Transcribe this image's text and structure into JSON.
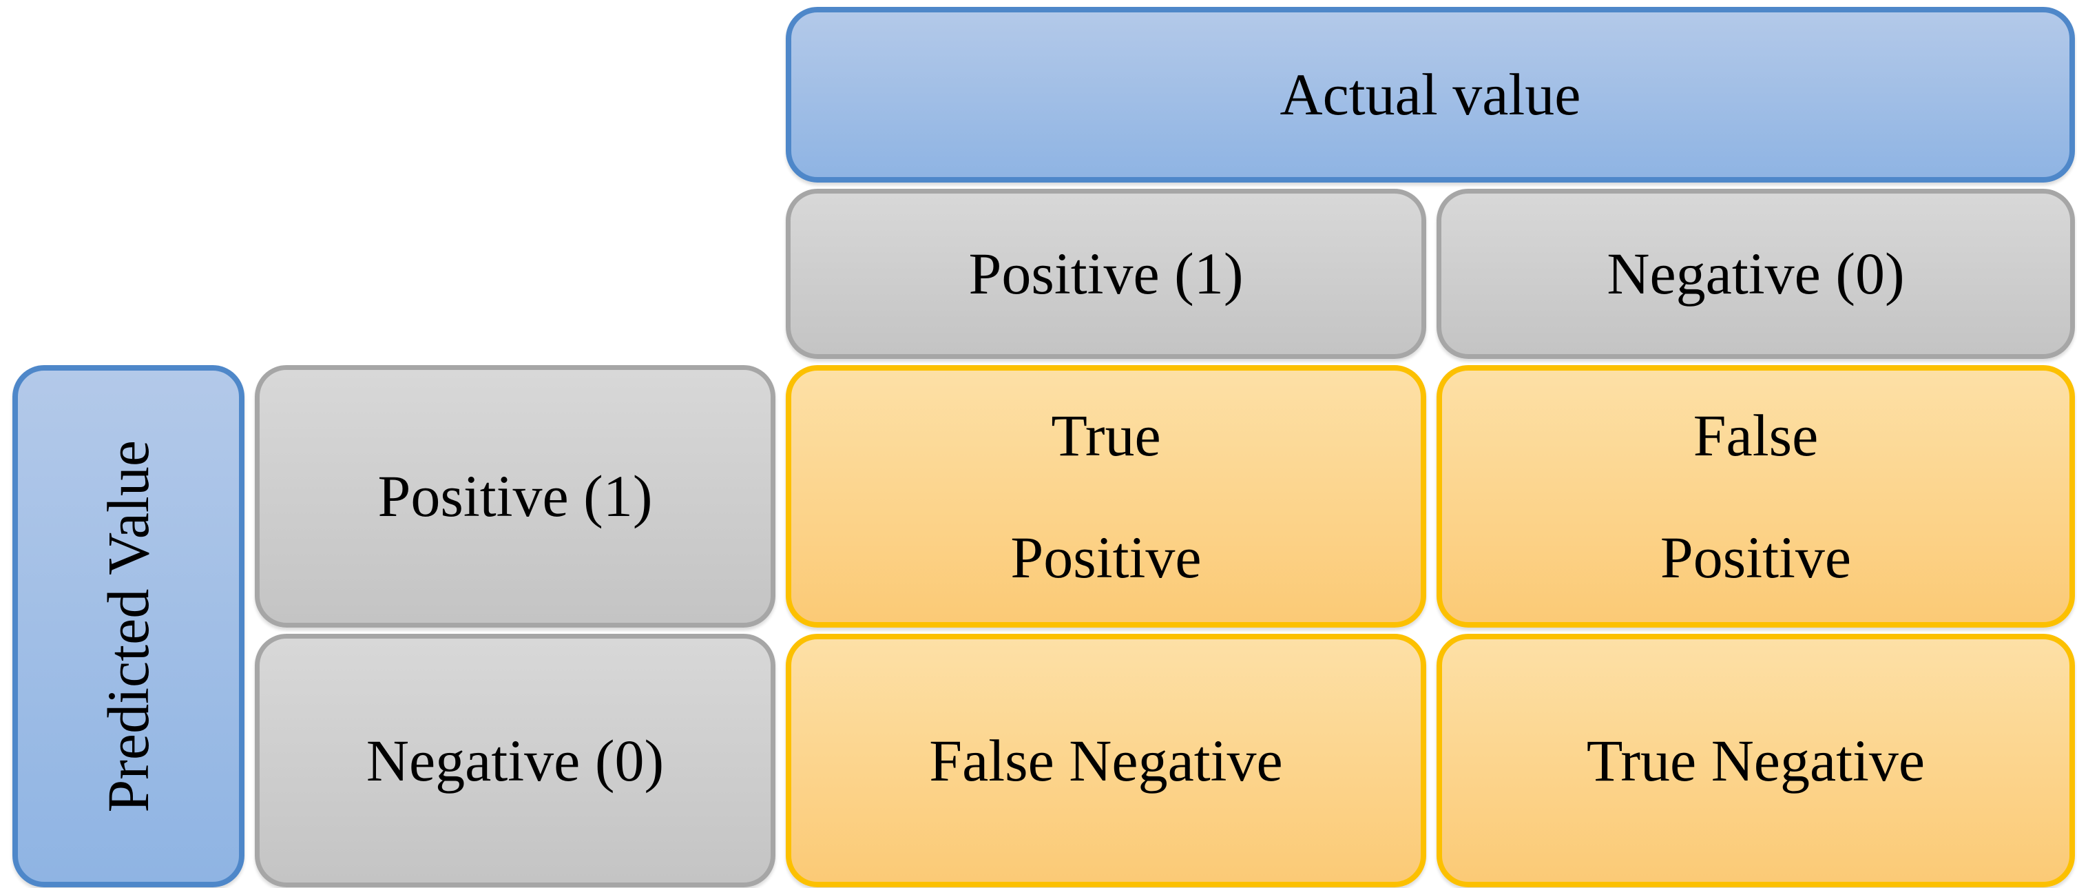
{
  "figure": {
    "type": "confusion-matrix-diagram",
    "axes": {
      "actual_label": "Actual value",
      "predicted_label": "Predicted Value"
    },
    "actual_categories": {
      "positive": "Positive (1)",
      "negative": "Negative (0)"
    },
    "predicted_categories": {
      "positive": "Positive (1)",
      "negative": "Negative (0)"
    },
    "cells": {
      "true_positive": "True\nPositive",
      "false_positive": "False\nPositive",
      "false_negative": "False Negative",
      "true_negative": "True Negative"
    }
  },
  "colors": {
    "background": "#ffffff",
    "text": "#000000",
    "blue_top": "#b3c9e9",
    "blue_bottom": "#8fb4e3",
    "blue_border": "#4e87c9",
    "gray_top": "#d8d8d8",
    "gray_bottom": "#c4c4c4",
    "gray_border": "#a6a6a6",
    "orange_top": "#fde0a6",
    "orange_bottom": "#fbca76",
    "orange_border": "#fcc000"
  }
}
